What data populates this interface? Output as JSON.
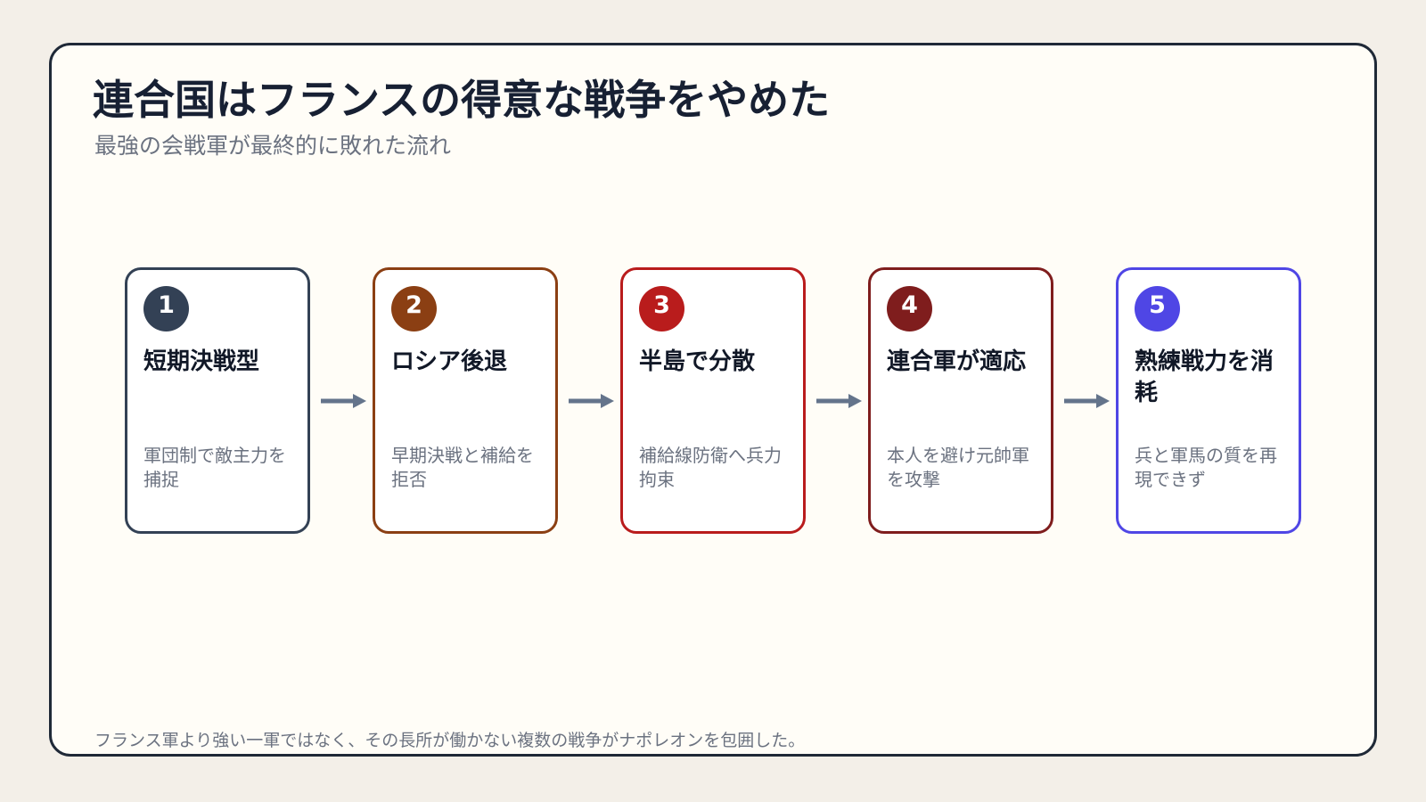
{
  "header": {
    "title": "連合国はフランスの得意な戦争をやめた",
    "subtitle": "最強の会戦軍が最終的に敗れた流れ"
  },
  "steps": [
    {
      "number": "1",
      "title": "短期決戦型",
      "description": "軍団制で敵主力を捕捉",
      "color": "#334155"
    },
    {
      "number": "2",
      "title": "ロシア後退",
      "description": "早期決戦と補給を拒否",
      "color": "#8b3f13"
    },
    {
      "number": "3",
      "title": "半島で分散",
      "description": "補給線防衛へ兵力拘束",
      "color": "#b91c1c"
    },
    {
      "number": "4",
      "title": "連合軍が適応",
      "description": "本人を避け元帥軍を攻撃",
      "color": "#7f1d1d"
    },
    {
      "number": "5",
      "title": "熟練戦力を消耗",
      "description": "兵と軍馬の質を再現できず",
      "color": "#4f46e5"
    }
  ],
  "footer": {
    "note": "フランス軍より強い一軍ではなく、その長所が働かない複数の戦争がナポレオンを包囲した。"
  }
}
